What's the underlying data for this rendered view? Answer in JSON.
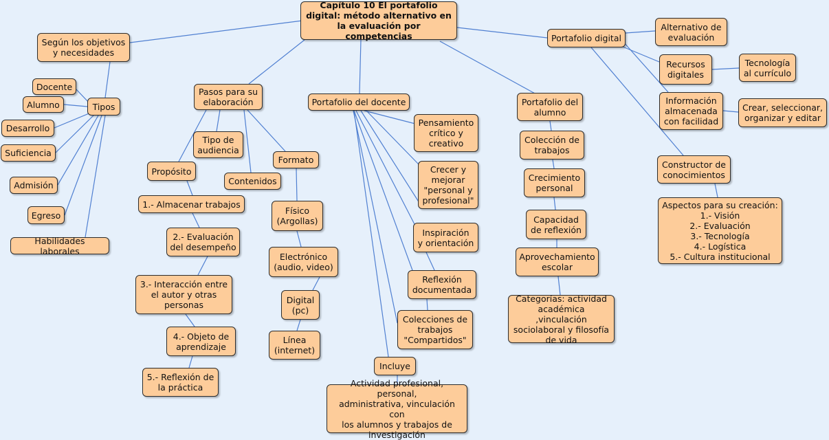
{
  "diagram": {
    "type": "concept-map",
    "colors": {
      "node_fill": "#fdcc9a",
      "node_border": "#2b2b2b",
      "edge": "#4f7fd1",
      "background": "#e6f0fb"
    },
    "nodes": {
      "root": "Capítulo 10 El portafolio\ndigital: método alternativo en\nla evaluación por competencias",
      "segun": "Según los objetivos\ny necesidades",
      "tipos": "Tipos",
      "docente": "Docente",
      "alumno": "Alumno",
      "desarrollo": "Desarrollo",
      "suficiencia": "Suficiencia",
      "admision": "Admisión",
      "egreso": "Egreso",
      "habilidades": "Habilidades laborales",
      "pasos": "Pasos para su\nelaboración",
      "tipo_audiencia": "Tipo de\naudiencia",
      "proposito": "Propósito",
      "contenidos": "Contenidos",
      "formato": "Formato",
      "paso1": "1.- Almacenar trabajos",
      "paso2": "2.- Evaluación\ndel desempeño",
      "paso3": "3.- Interacción entre\nel autor y otras\npersonas",
      "paso4": "4.- Objeto de\naprendizaje",
      "paso5": "5.- Reflexión de\nla práctica",
      "fisico": "Físico\n(Argollas)",
      "electronico": "Electrónico\n(audio, video)",
      "digital_pc": "Digital\n(pc)",
      "linea": "Línea\n(internet)",
      "port_docente": "Portafolio del docente",
      "pensamiento": "Pensamiento\ncrítico y\ncreativo",
      "crecer": "Crecer y\nmejorar\n\"personal y\nprofesional\"",
      "inspiracion": "Inspiración\ny orientación",
      "reflexion_doc": "Reflexión\ndocumentada",
      "colecciones": "Colecciones de\ntrabajos\n\"Compartidos\"",
      "incluye": "Incluye",
      "actividad": "Actividad profesional, personal,\nadministrativa, vinculación con\nlos alumnos y trabajos de\ninvestigación",
      "port_alumno": "Portafolio del\nalumno",
      "coleccion_trab": "Colección de\ntrabajos",
      "crecimiento": "Crecimiento\npersonal",
      "capacidad": "Capacidad\nde reflexión",
      "aprovechamiento": "Aprovechamiento\nescolar",
      "categorias": "Categorías: actividad\nacadémica ,vinculación\nsociolaboral y filosofía\nde vida",
      "port_digital": "Portafolio digital",
      "alternativo": "Alternativo de\nevaluación",
      "recursos": "Recursos\ndigitales",
      "tecnologia": "Tecnología\nal currículo",
      "informacion": "Información\nalmacenada\ncon facilidad",
      "crear": "Crear, seleccionar,\norganizar y editar",
      "constructor": "Constructor de\nconocimientos",
      "aspectos": "Aspectos para su creación:\n1.- Visión\n2.- Evaluación\n3.- Tecnología\n4.- Logística\n5.- Cultura institucional"
    }
  }
}
